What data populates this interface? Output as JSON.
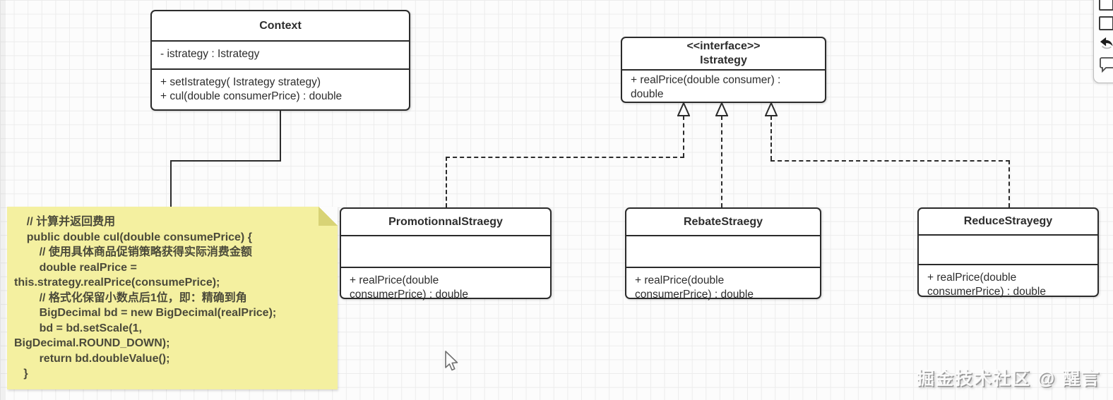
{
  "diagram": {
    "context": {
      "title": "Context",
      "attribute": "- istrategy : Istrategy",
      "method1": "+ setIstrategy( Istrategy strategy)",
      "method2": "+ cul(double consumerPrice) : double"
    },
    "istrategy": {
      "stereotype": "<<interface>>",
      "title": "Istrategy",
      "method_line1": "+ realPrice(double consumer) :",
      "method_line2": "double"
    },
    "promotionnal": {
      "title": "PromotionnalStraegy",
      "method_line1": "+ realPrice(double",
      "method_line2": "consumerPrice) : double"
    },
    "rebate": {
      "title": "RebateStraegy",
      "method_line1": "+ realPrice(double",
      "method_line2": "consumerPrice) : double"
    },
    "reduce": {
      "title": "ReduceStrayegy",
      "method_line1": "+ realPrice(double",
      "method_line2": "consumerPrice) : double"
    }
  },
  "note": {
    "lines": [
      "    // 计算并返回费用",
      "    public double cul(double consumePrice) {",
      "        // 使用具体商品促销策略获得实际消费金额",
      "        double realPrice =",
      "this.strategy.realPrice(consumePrice);",
      "        // 格式化保留小数点后1位，即：精确到角",
      "        BigDecimal bd = new BigDecimal(realPrice);",
      "        bd = bd.setScale(1,",
      "BigDecimal.ROUND_DOWN);",
      "        return bd.doubleValue();",
      "   }"
    ]
  },
  "watermark": {
    "text": "掘金技术社区 @ 醒言"
  },
  "side_toolbar": {
    "icons": [
      "shape-square-icon",
      "shape-square-icon",
      "undo-arrow-icon",
      "comment-bubble-icon"
    ]
  },
  "colors": {
    "stroke": "#2b2b2b",
    "canvas_bg": "#fcfcfc",
    "grid_line": "#ececec",
    "note_bg": "#f4f0a0",
    "note_fold": "#d8d376",
    "note_text": "#4b4a3a"
  }
}
